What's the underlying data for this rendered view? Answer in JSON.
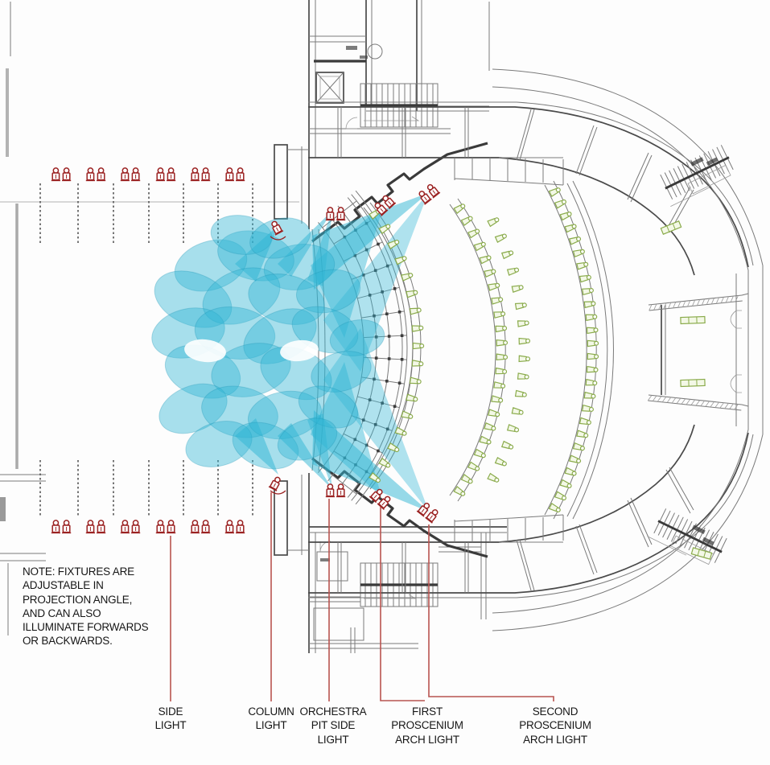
{
  "note": {
    "text": "NOTE: FIXTURES ARE\nADJUSTABLE IN\nPROJECTION ANGLE,\nAND CAN ALSO\nILLUMINATE FORWARDS\nOR BACKWARDS."
  },
  "labels": {
    "side": "SIDE\nLIGHT",
    "column": "COLUMN\nLIGHT",
    "orchestra": "ORCHESTRA\nPIT SIDE\nLIGHT",
    "first": "FIRST\nPROSCENIUM\nARCH LIGHT",
    "second": "SECOND\nPROSCENIUM\nARCH LIGHT"
  },
  "colors": {
    "beam": "#2fb6d4",
    "beam_edge": "#1a93b4",
    "fixture_red": "#9b2222",
    "leader_red": "#b85450",
    "fixture_green": "#8aab4b",
    "linework": "#4a4a4a"
  },
  "icons": {
    "red_fixture": "stage-light-icon",
    "green_fixture": "house-light-icon"
  }
}
